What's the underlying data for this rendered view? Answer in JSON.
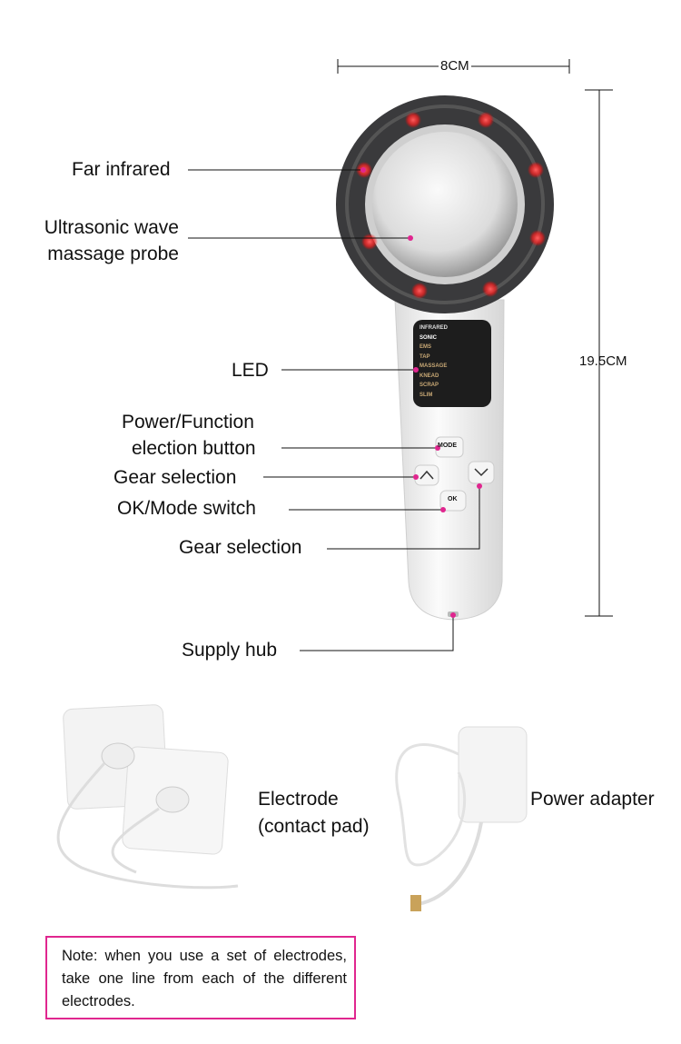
{
  "dimensions": {
    "width": "8CM",
    "height": "19.5CM"
  },
  "labels": {
    "far_infrared": "Far infrared",
    "ultrasonic_1": "Ultrasonic wave",
    "ultrasonic_2": "massage probe",
    "led": "LED",
    "power_1": "Power/Function",
    "power_2": "election button",
    "gear_up": "Gear selection",
    "ok": "OK/Mode switch",
    "gear_down": "Gear selection",
    "supply": "Supply hub",
    "electrode_1": "Electrode",
    "electrode_2": "(contact pad)",
    "adapter": "Power adapter"
  },
  "led_panel": [
    "INFRARED",
    "SONIC",
    "EMS",
    "TAP",
    "MASSAGE",
    "KNEAD",
    "SCRAP",
    "SLIM"
  ],
  "buttons": {
    "mode": "MODE",
    "ok": "OK"
  },
  "note": "Note: when you use a set of electrodes, take one line from each of the different electrodes.",
  "colors": {
    "accent": "#e0268f",
    "led_red": "#ff2b2b"
  }
}
